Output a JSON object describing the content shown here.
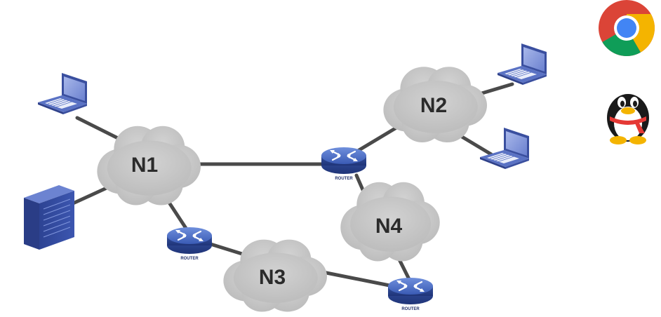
{
  "networks": [
    {
      "id": "n1",
      "label": "N1"
    },
    {
      "id": "n2",
      "label": "N2"
    },
    {
      "id": "n3",
      "label": "N3"
    },
    {
      "id": "n4",
      "label": "N4"
    }
  ],
  "routers": [
    {
      "id": "router-top",
      "label": "ROUTER"
    },
    {
      "id": "router-left",
      "label": "ROUTER"
    },
    {
      "id": "router-bottom",
      "label": "ROUTER"
    }
  ],
  "devices": {
    "laptops": 3,
    "servers": 1
  },
  "app_icons": [
    "chrome-icon",
    "qq-penguin-icon"
  ],
  "colors": {
    "cloud": "#c9c9c9",
    "link": "#4a4a4a",
    "router": "#3d5bb0",
    "laptop": "#4a62b8",
    "server": "#2c3f8f"
  }
}
